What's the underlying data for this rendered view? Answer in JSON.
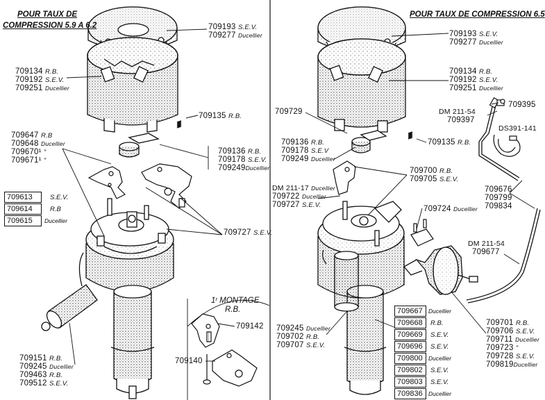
{
  "left": {
    "title_l1": "POUR TAUX DE",
    "title_l2": "COMPRESSION 5.9 A 6.2",
    "cap_refs": [
      {
        "n": "709193",
        "m": "S.E.V."
      },
      {
        "n": "709277",
        "m": "Ducellier"
      }
    ],
    "body_refs": [
      {
        "n": "709134",
        "m": "R.B."
      },
      {
        "n": "709192",
        "m": "S.E.V."
      },
      {
        "n": "709251",
        "m": "Ducellier"
      }
    ],
    "spring_ref": {
      "n": "709135",
      "m": "R.B."
    },
    "contact_refs": [
      {
        "n": "709647",
        "m": "R.B"
      },
      {
        "n": "709648",
        "m": "Ducellier"
      },
      {
        "n": "709670¹",
        "m": "”"
      },
      {
        "n": "709671¹",
        "m": "”"
      }
    ],
    "rotor_refs": [
      {
        "n": "709136",
        "m": "R.B."
      },
      {
        "n": "709178",
        "m": "S.E.V."
      },
      {
        "n": "709249",
        "m": "Ducellier"
      }
    ],
    "boxed_refs": [
      {
        "n": "709613",
        "m": "S.E.V."
      },
      {
        "n": "709614",
        "m": "R.B"
      },
      {
        "n": "709615",
        "m": "Ducellier"
      }
    ],
    "plate_ref": {
      "n": "709727",
      "m": "S.E.V."
    },
    "bottom_refs": [
      {
        "n": "709151",
        "m": "R.B."
      },
      {
        "n": "709245",
        "m": "Ducellier"
      },
      {
        "n": "709463",
        "m": "R.B."
      },
      {
        "n": "709512",
        "m": "S.E.V."
      }
    ],
    "first_mount_l1": "1ʳ MONTAGE",
    "first_mount_l2": "R.B.",
    "mount_refs": [
      "709142",
      "709140"
    ]
  },
  "right": {
    "title": "POUR TAUX DE COMPRESSION 6.5",
    "cap_refs": [
      {
        "n": "709193",
        "m": "S.E.V."
      },
      {
        "n": "709277",
        "m": "Ducellier"
      }
    ],
    "body_refs": [
      {
        "n": "709134",
        "m": "R.B."
      },
      {
        "n": "709192",
        "m": "S.E.V."
      },
      {
        "n": "709251",
        "m": "Ducellier"
      }
    ],
    "ref_709729": "709729",
    "spring_ref": {
      "n": "709135",
      "m": "R.B."
    },
    "rotor_refs": [
      {
        "n": "709136",
        "m": "R.B."
      },
      {
        "n": "709178",
        "m": "S.E.V"
      },
      {
        "n": "709249",
        "m": "Ducellier"
      }
    ],
    "contact_refs": [
      {
        "n": "709700",
        "m": "R.B."
      },
      {
        "n": "709705",
        "m": "S.E.V."
      }
    ],
    "dm_refs": [
      {
        "n": "DM 211-17",
        "m": "Ducellier"
      },
      {
        "n": "709722",
        "m": "Ducellier"
      },
      {
        "n": "709727",
        "m": "S.E.V."
      }
    ],
    "ref_709724": {
      "n": "709724",
      "m": "Ducellier"
    },
    "dm_top": "DM 211-54",
    "ref_709397": "709397",
    "ref_709395": "709395",
    "ds": "DS391-141",
    "tube_refs": [
      "709676",
      "709799",
      "709834"
    ],
    "dm_mid": "DM 211-54",
    "ref_709677": "709677",
    "boxed_refs": [
      {
        "n": "709667",
        "m": "Ducellier"
      },
      {
        "n": "709668",
        "m": "R.B."
      },
      {
        "n": "709669",
        "m": "S.E.V."
      },
      {
        "n": "709696",
        "m": "S.E.V."
      },
      {
        "n": "709800",
        "m": "Ducellier"
      },
      {
        "n": "709802",
        "m": "S.E.V."
      },
      {
        "n": "709803",
        "m": "S.E.V."
      },
      {
        "n": "709836",
        "m": "Ducellier"
      }
    ],
    "capsule_refs": [
      {
        "n": "709701",
        "m": "R.B."
      },
      {
        "n": "709706",
        "m": "S.E.V."
      },
      {
        "n": "709711",
        "m": "Ducellier"
      },
      {
        "n": "709723",
        "m": "”"
      },
      {
        "n": "709728",
        "m": "S.E.V."
      },
      {
        "n": "709819",
        "m": "Ducellier"
      }
    ],
    "bottom_refs": [
      {
        "n": "709245",
        "m": "Ducellier"
      },
      {
        "n": "709702",
        "m": "R.B."
      },
      {
        "n": "709707",
        "m": "S.E.V."
      }
    ]
  },
  "colors": {
    "ink": "#111111",
    "paper": "#ffffff",
    "stipple": "#555555"
  }
}
